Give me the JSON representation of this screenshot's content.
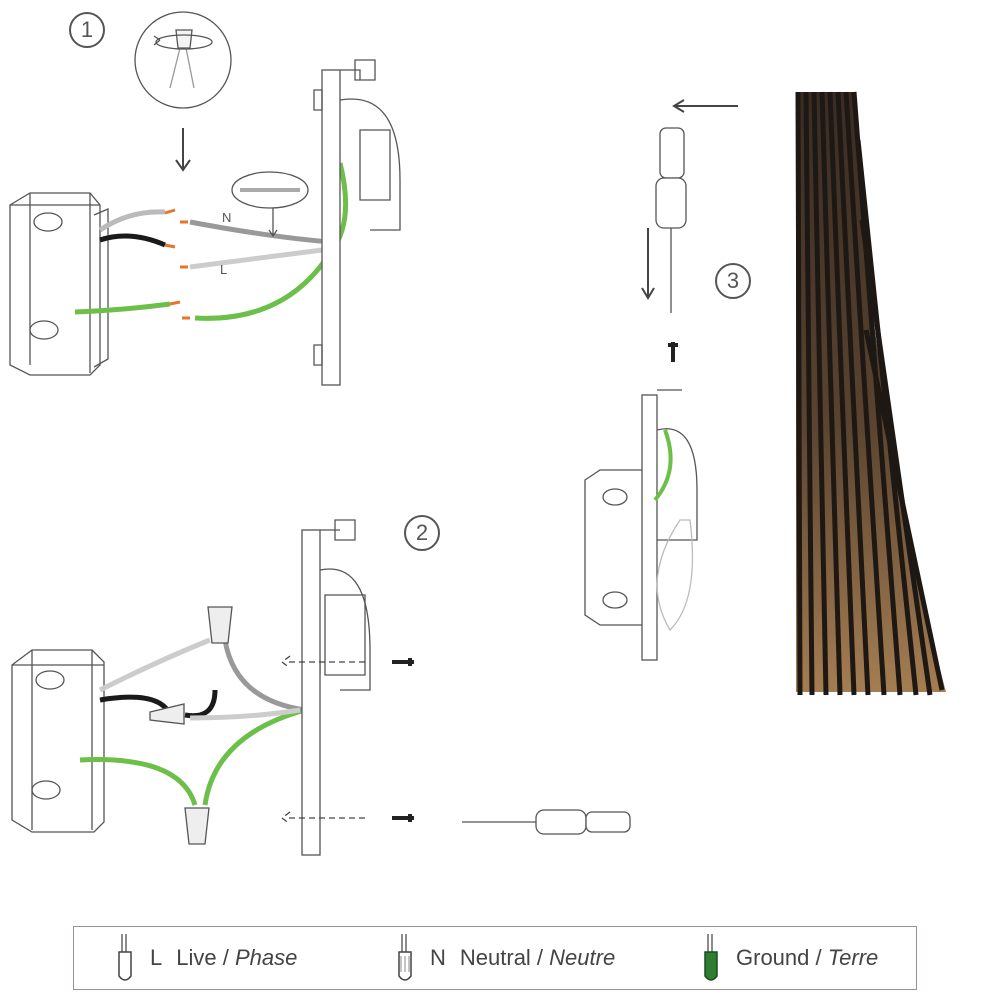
{
  "steps": {
    "one": "1",
    "two": "2",
    "three": "3"
  },
  "wires": {
    "neutral_letter": "N",
    "live_letter": "L"
  },
  "legend": [
    {
      "code": "L",
      "text": "Live / ",
      "alt": "Phase",
      "icon": "live-wire-icon",
      "color": "#ffffff"
    },
    {
      "code": "N",
      "text": "Neutral / ",
      "alt": "Neutre",
      "icon": "neutral-wire-icon",
      "color": "#ffffff"
    },
    {
      "code": "",
      "text": "Ground / ",
      "alt": "Terre",
      "icon": "ground-wire-icon",
      "color": "#2e7d32"
    }
  ],
  "colors": {
    "ground": "#6cc04a",
    "connector": "#e8732a",
    "live": "#1a1a1a",
    "lamp_dark": "#2a2320",
    "lamp_wood": "#8a6a48"
  }
}
